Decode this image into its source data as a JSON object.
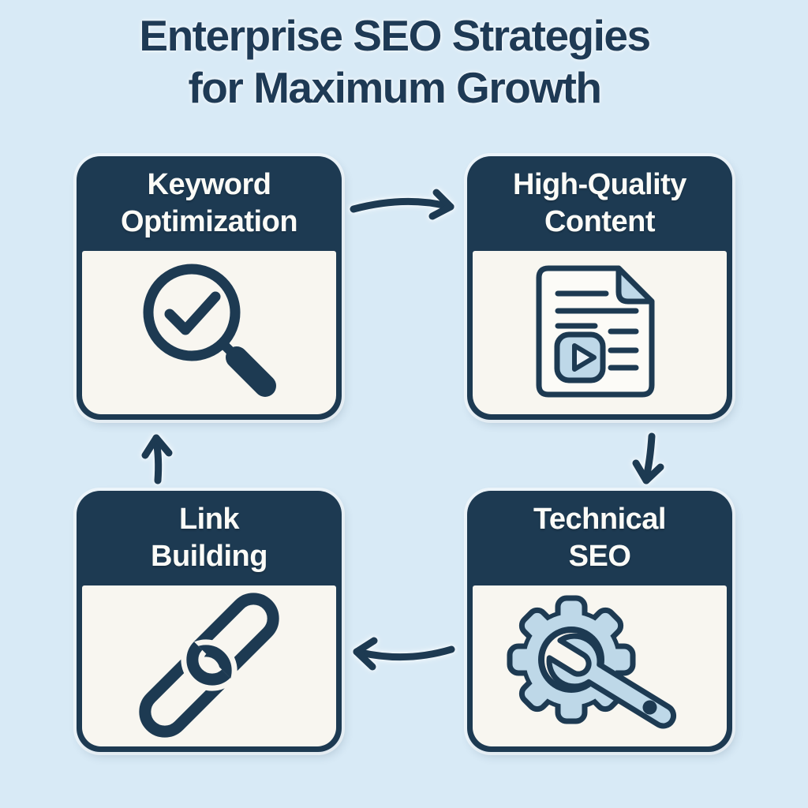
{
  "title": {
    "line1": "Enterprise SEO Strategies",
    "line2": "for Maximum Growth"
  },
  "boxes": [
    {
      "id": "keyword-optimization",
      "label_line1": "Keyword",
      "label_line2": "Optimization",
      "icon": "magnifier-check-icon"
    },
    {
      "id": "high-quality-content",
      "label_line1": "High-Quality",
      "label_line2": "Content",
      "icon": "document-video-icon"
    },
    {
      "id": "technical-seo",
      "label_line1": "Technical",
      "label_line2": "SEO",
      "icon": "gear-wrench-icon"
    },
    {
      "id": "link-building",
      "label_line1": "Link",
      "label_line2": "Building",
      "icon": "chain-link-icon"
    }
  ],
  "flow": {
    "arrows": [
      {
        "from": "keyword-optimization",
        "to": "high-quality-content",
        "direction": "right"
      },
      {
        "from": "high-quality-content",
        "to": "technical-seo",
        "direction": "down"
      },
      {
        "from": "technical-seo",
        "to": "link-building",
        "direction": "left"
      },
      {
        "from": "link-building",
        "to": "keyword-optimization",
        "direction": "up"
      }
    ]
  },
  "colors": {
    "background": "#d8eaf6",
    "navy": "#1d3a52",
    "cream_body": "#f8f6f0",
    "icon_light_blue": "#bed8e8",
    "header_text": "#fbfbf7",
    "title_text": "#1e3a55"
  }
}
